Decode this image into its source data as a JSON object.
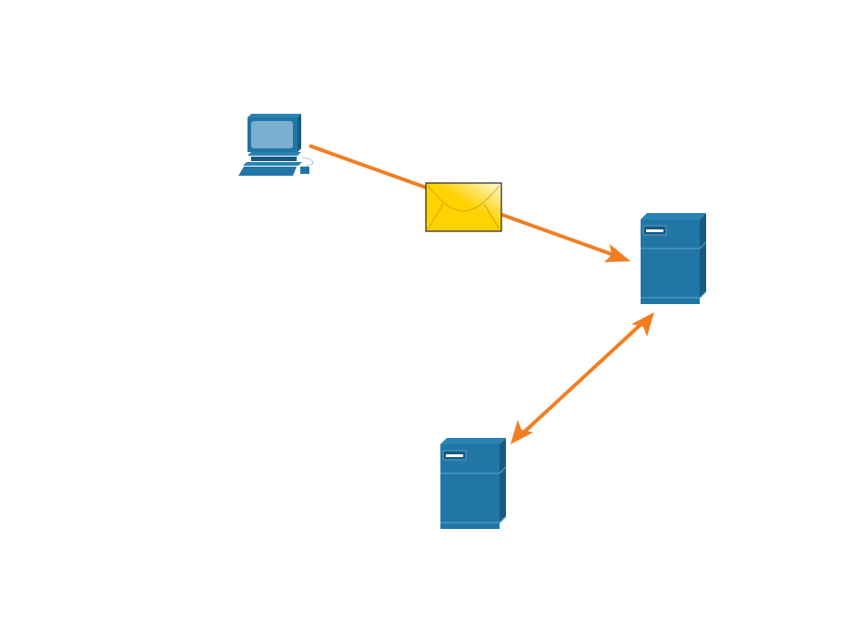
{
  "diagram": {
    "nodes": [
      {
        "id": "client",
        "icon": "desktop-computer-icon"
      },
      {
        "id": "server-1",
        "icon": "server-icon"
      },
      {
        "id": "server-2",
        "icon": "server-icon"
      }
    ],
    "edges": [
      {
        "from": "client",
        "to": "server-1",
        "direction": "one-way",
        "label_icon": "email-envelope-icon"
      },
      {
        "from": "server-1",
        "to": "server-2",
        "direction": "two-way"
      }
    ]
  },
  "colors": {
    "arrow": "#f27e22",
    "device_front": "#2176a6",
    "device_side": "#185a80",
    "device_top": "#2a82b3",
    "screen": "#7bafcf",
    "envelope": "#ffd200"
  }
}
